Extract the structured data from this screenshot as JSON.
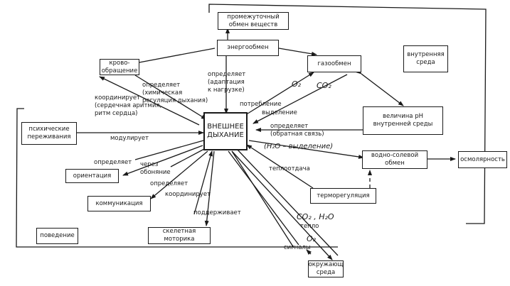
{
  "diagram": {
    "title": "External respiration interactions",
    "nodes": {
      "intermediate_metabolism": "промежуточный\nобмен веществ",
      "energy_exchange": "энергообмен",
      "circulation": "крово-\nобращение",
      "gas_exchange": "газообмен",
      "internal_env": "внутренняя\nсреда",
      "ph_value": "величина pH\nвнутренней среды",
      "external_respiration": "ВНЕШНЕЕ\nДЫХАНИЕ",
      "psychic": "психические\nпереживания",
      "water_salt": "водно-солевой\nобмен",
      "osmolarity": "осмолярность",
      "orientation": "ориентация",
      "thermoregulation": "терморегуляция",
      "communication": "коммуникация",
      "behavior": "поведение",
      "skeletal_motor": "скелетная\nмоторика",
      "environment": "окружающ\nсреда"
    },
    "labels": {
      "determines_adaptation": "определяет\n(адаптация\nк нагрузке)",
      "determines_chemical": "определяет\n(химическая\nрегуляция дыхания)",
      "coordinates_heart": "координирует\n(сердечная аритмия,\nритм сердца)",
      "o2": "O₂",
      "co2": "CO₂",
      "consumption": "потребление",
      "excretion": "выделение",
      "modulates": "модулирует",
      "determines_feedback": "определяет\n(обратная связь)",
      "h2o_excretion": "(H₂O – выделение)",
      "determines_orientation": "определяет",
      "via_smell": "через\nобоняние",
      "determines_communication": "определяет",
      "heat_transfer": "теплоотдача",
      "coordinates": "координирует",
      "supports": "поддерживает",
      "co2_h2o": "CO₂ , H₂O",
      "heat": "тепло",
      "o2_env": "O₂",
      "signals": "сигналы"
    }
  }
}
